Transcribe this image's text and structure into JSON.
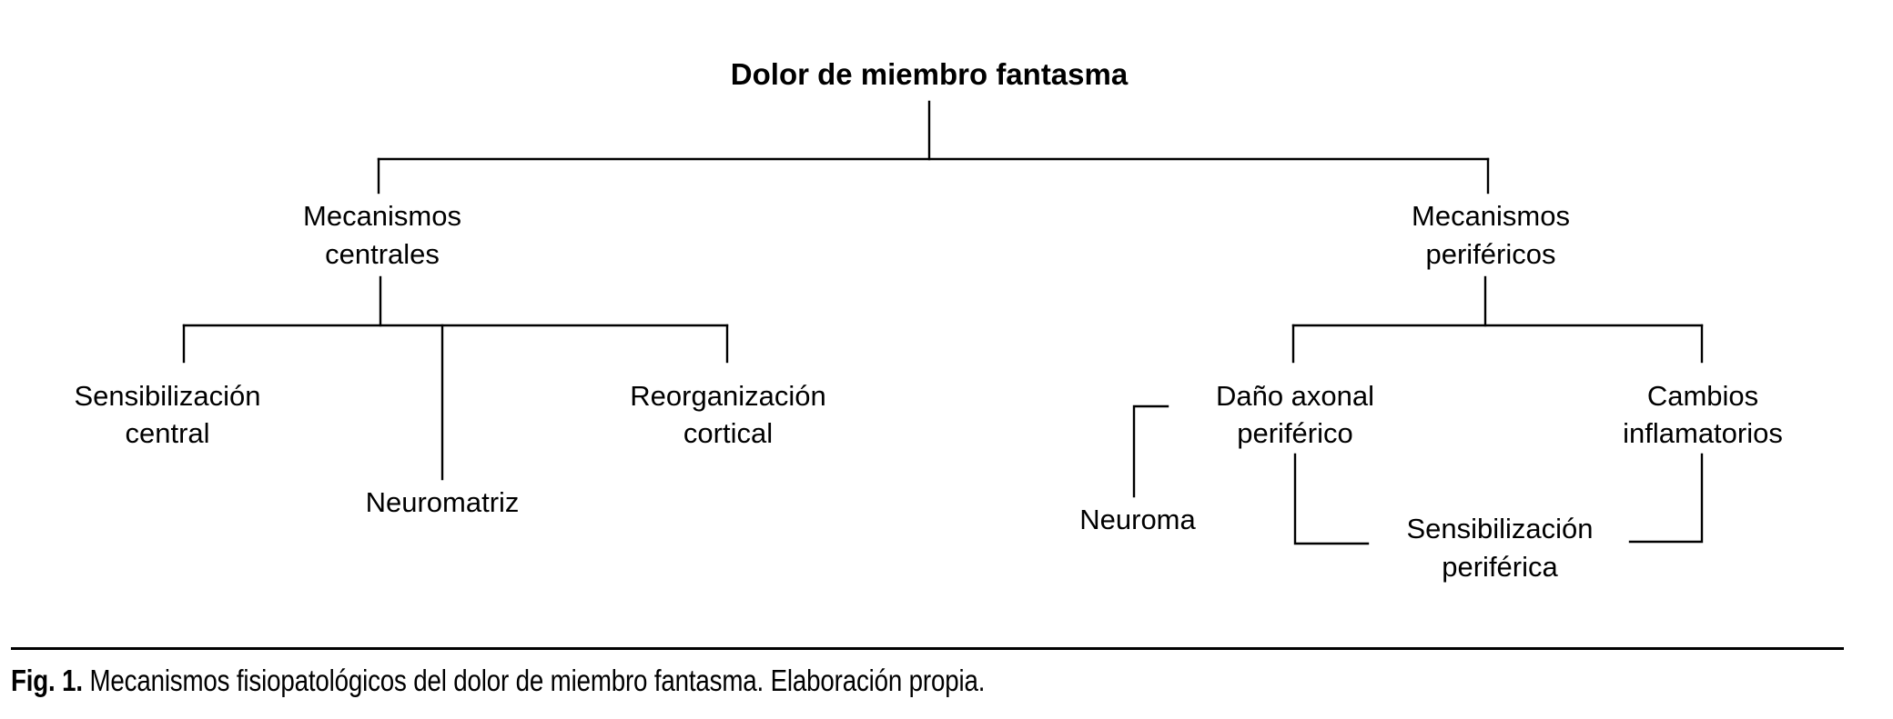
{
  "figure": {
    "root": {
      "label": "Dolor de miembro fantasma"
    },
    "branches": [
      {
        "id": "central",
        "label_line1": "Mecanismos",
        "label_line2": "centrales",
        "children": [
          {
            "id": "sensibilizacion-central",
            "label_line1": "Sensibilización",
            "label_line2": "central"
          },
          {
            "id": "neuromatriz",
            "label_line1": "Neuromatriz",
            "label_line2": ""
          },
          {
            "id": "reorganizacion-cortical",
            "label_line1": "Reorganización",
            "label_line2": "cortical"
          }
        ]
      },
      {
        "id": "periferico",
        "label_line1": "Mecanismos",
        "label_line2": "periféricos",
        "children": [
          {
            "id": "dano-axonal-periferico",
            "label_line1": "Daño axonal",
            "label_line2": "periférico"
          },
          {
            "id": "cambios-inflamatorios",
            "label_line1": "Cambios",
            "label_line2": "inflamatorios"
          }
        ],
        "grandchildren": [
          {
            "id": "neuroma",
            "label_line1": "Neuroma",
            "label_line2": ""
          },
          {
            "id": "sensibilizacion-periferica",
            "label_line1": "Sensibilización",
            "label_line2": "periférica"
          }
        ]
      }
    ]
  },
  "caption": {
    "label": "Fig. 1.",
    "text": " Mecanismos fisiopatológicos del dolor de miembro fantasma. Elaboración propia."
  },
  "colors": {
    "line": "#000000",
    "text": "#000000",
    "background": "#ffffff"
  },
  "chart_data": {
    "type": "diagram",
    "title": "Dolor de miembro fantasma",
    "structure": "hierarchical-tree",
    "nodes": [
      {
        "id": "root",
        "label": "Dolor de miembro fantasma",
        "level": 0,
        "parent": null
      },
      {
        "id": "central",
        "label": "Mecanismos centrales",
        "level": 1,
        "parent": "root"
      },
      {
        "id": "periferico",
        "label": "Mecanismos periféricos",
        "level": 1,
        "parent": "root"
      },
      {
        "id": "sensibilizacion-central",
        "label": "Sensibilización central",
        "level": 2,
        "parent": "central"
      },
      {
        "id": "neuromatriz",
        "label": "Neuromatriz",
        "level": 2,
        "parent": "central"
      },
      {
        "id": "reorganizacion-cortical",
        "label": "Reorganización cortical",
        "level": 2,
        "parent": "central"
      },
      {
        "id": "dano-axonal-periferico",
        "label": "Daño axonal periférico",
        "level": 2,
        "parent": "periferico"
      },
      {
        "id": "cambios-inflamatorios",
        "label": "Cambios inflamatorios",
        "level": 2,
        "parent": "periferico"
      },
      {
        "id": "neuroma",
        "label": "Neuroma",
        "level": 3,
        "parent": "dano-axonal-periferico"
      },
      {
        "id": "sensibilizacion-periferica",
        "label": "Sensibilización periférica",
        "level": 3,
        "parent": "dano-axonal-periferico"
      }
    ]
  }
}
